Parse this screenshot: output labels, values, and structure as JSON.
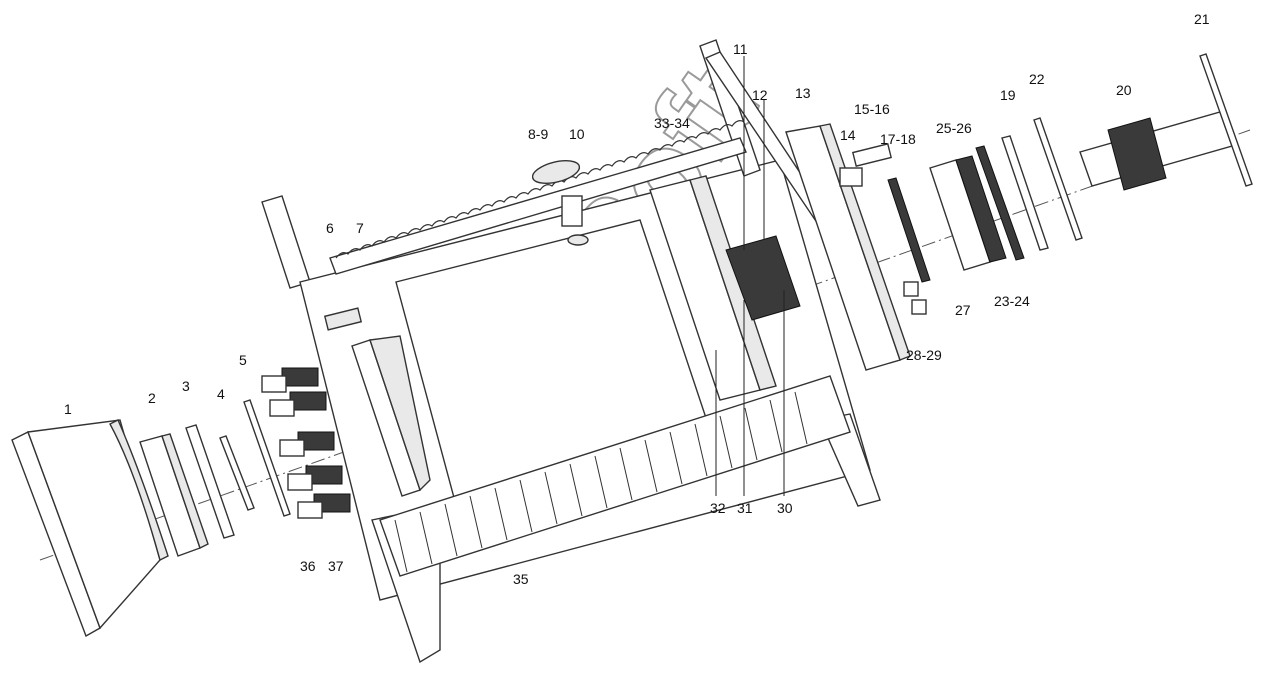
{
  "watermark": "AutoSoft",
  "callouts": [
    "1",
    "2",
    "3",
    "4",
    "5",
    "6",
    "7",
    "8-9",
    "10",
    "11",
    "12",
    "13",
    "14",
    "15-16",
    "17-18",
    "19",
    "20",
    "21",
    "22",
    "23-24",
    "25-26",
    "27",
    "28-29",
    "30",
    "31",
    "32",
    "33-34",
    "35",
    "36",
    "37"
  ]
}
